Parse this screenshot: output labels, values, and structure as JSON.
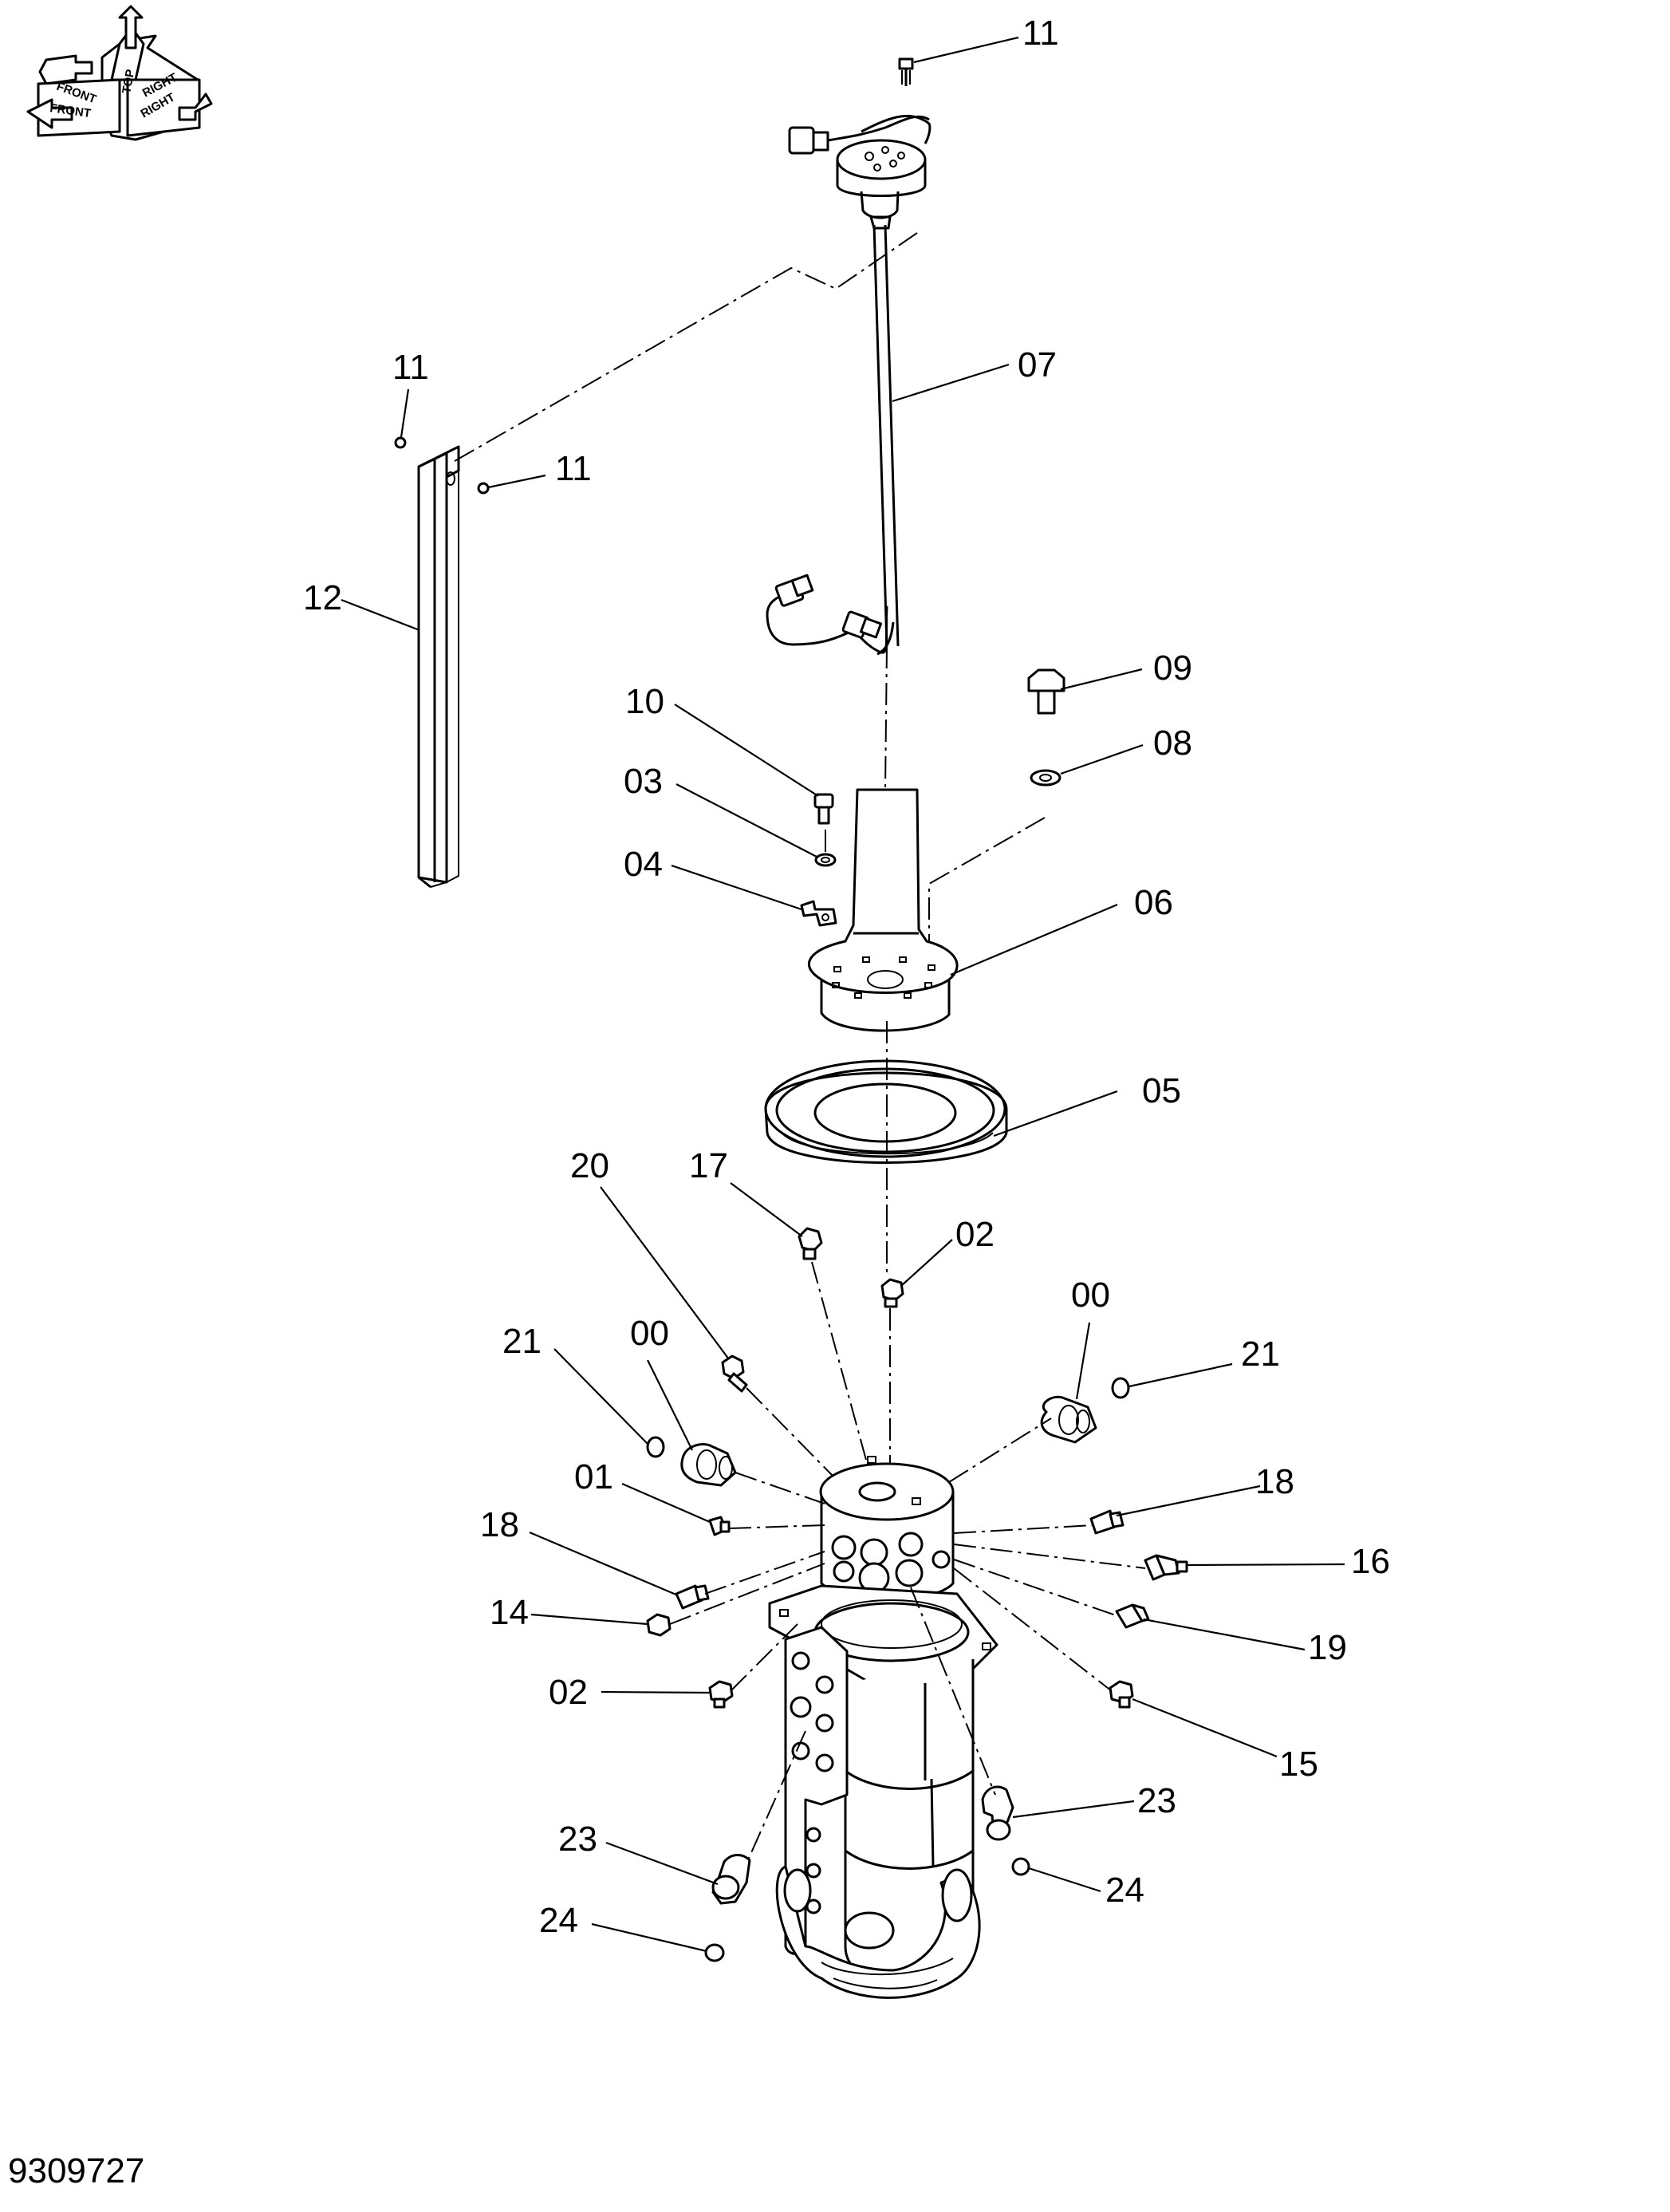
{
  "drawing_id": "9309727",
  "orientation_arrows": {
    "top": "TOP",
    "front": "FRONT",
    "right": "RIGHT"
  },
  "callouts": {
    "c00_left": "00",
    "c00_right": "00",
    "c01": "01",
    "c02_upper": "02",
    "c02_lower": "02",
    "c03": "03",
    "c04": "04",
    "c05": "05",
    "c06": "06",
    "c07": "07",
    "c08": "08",
    "c09": "09",
    "c10": "10",
    "c11_top": "11",
    "c11_left": "11",
    "c11_right": "11",
    "c12": "12",
    "c14": "14",
    "c15": "15",
    "c16": "16",
    "c17": "17",
    "c18_left": "18",
    "c18_right": "18",
    "c19": "19",
    "c20": "20",
    "c21_left": "21",
    "c21_right": "21",
    "c23_left": "23",
    "c23_right": "23",
    "c24_left": "24",
    "c24_right": "24"
  }
}
